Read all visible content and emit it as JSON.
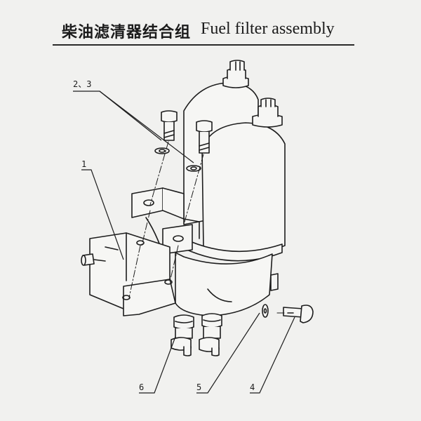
{
  "header": {
    "title_zh": "柴油滤清器结合组",
    "title_en": "Fuel filter assembly"
  },
  "callouts": {
    "c1": "1",
    "c23": "2、3",
    "c4": "4",
    "c5": "5",
    "c6": "6"
  },
  "colors": {
    "background": "#f1f1ef",
    "ink": "#1d1d1d"
  }
}
